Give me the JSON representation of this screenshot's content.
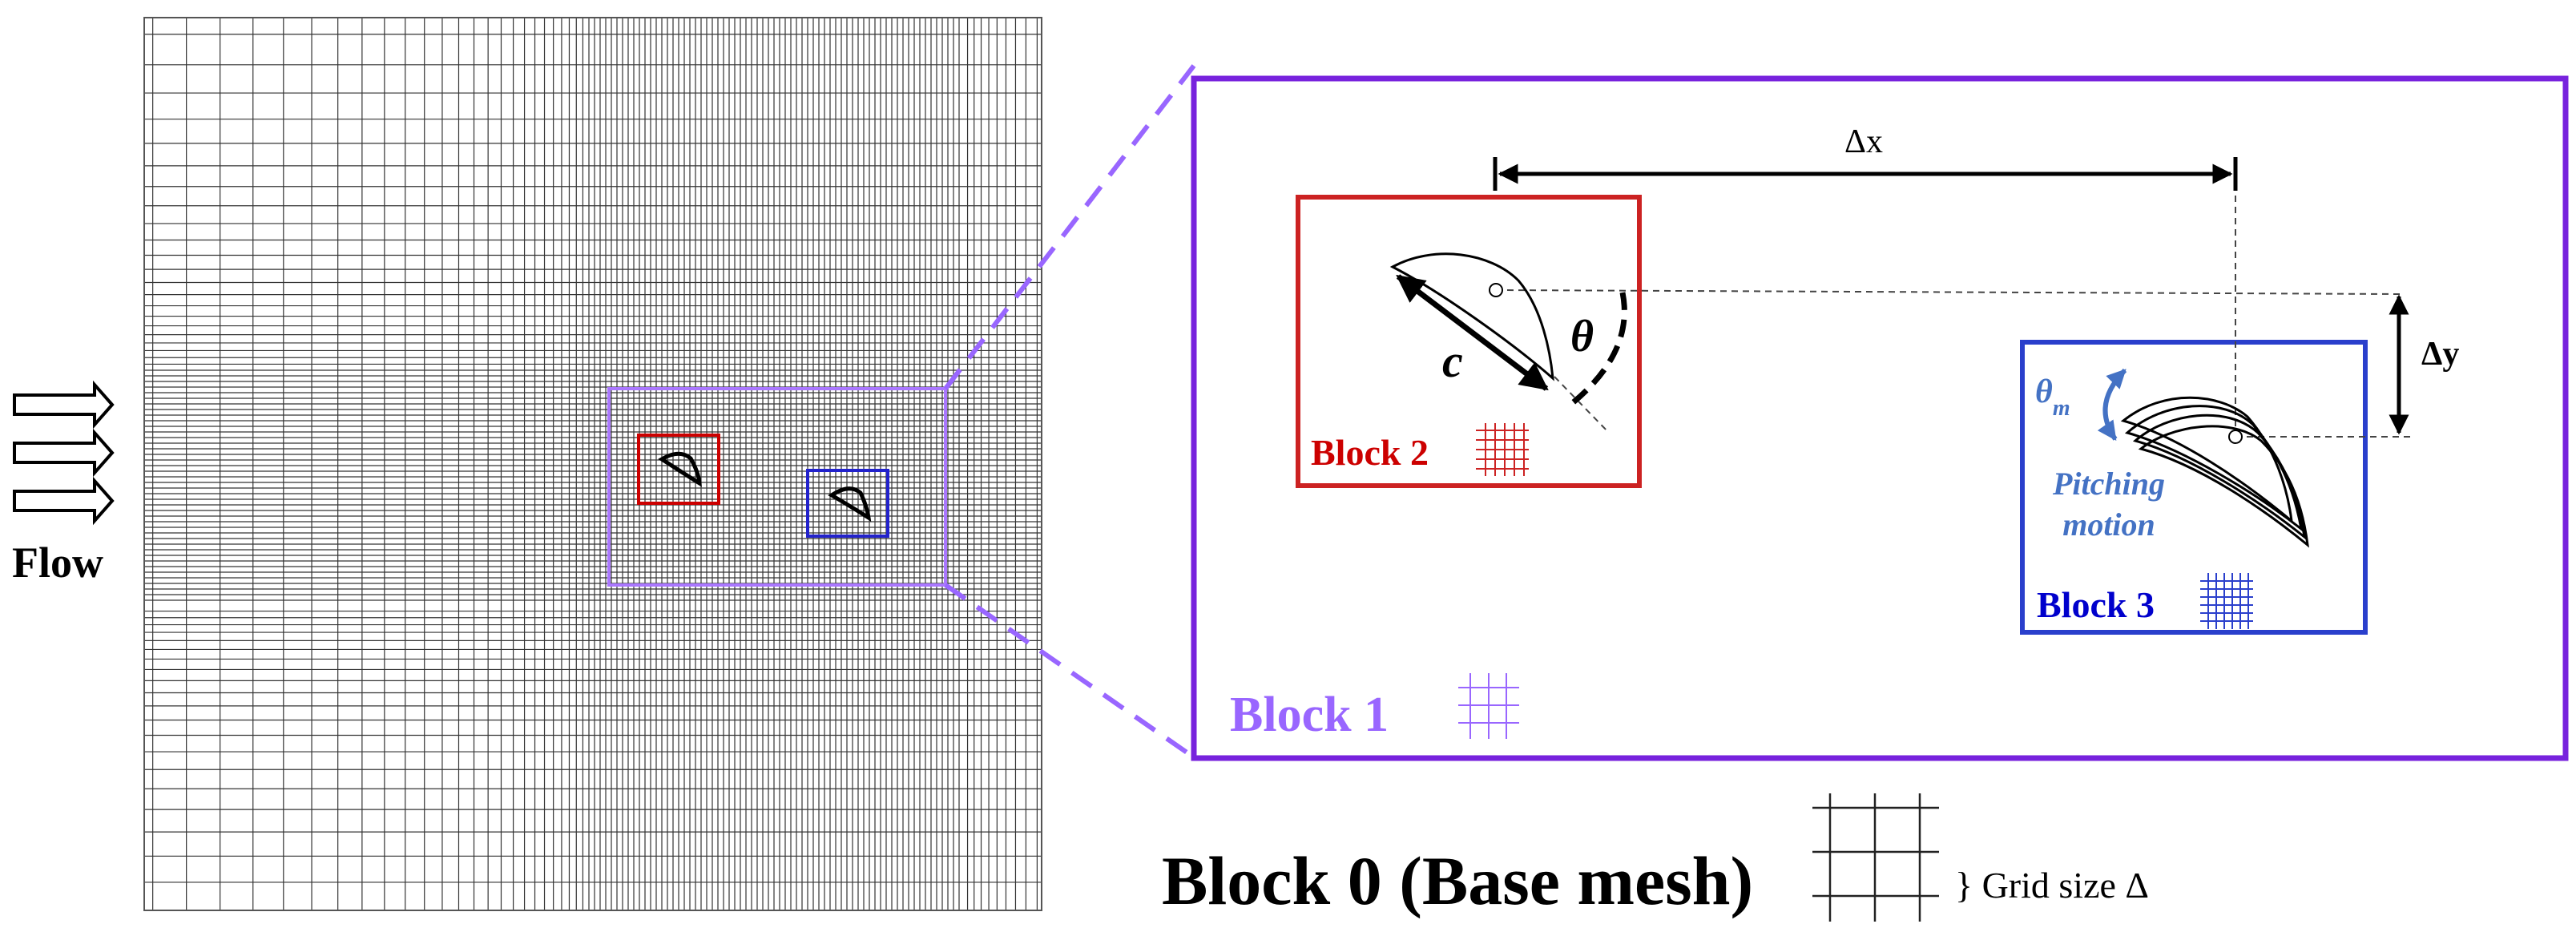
{
  "flow": {
    "label": "Flow"
  },
  "blocks": {
    "block0": {
      "label": "Block 0 (Base mesh)",
      "color": "#000000"
    },
    "block1": {
      "label": "Block 1",
      "color": "#9966ff",
      "frame_color": "#7722dd"
    },
    "block2": {
      "label": "Block 2",
      "color": "#cc0000"
    },
    "block3": {
      "label": "Block 3",
      "color": "#0000cc"
    }
  },
  "annotations": {
    "dx": "Δx",
    "dy": "Δy",
    "chord": "c",
    "theta": "θ",
    "theta_m": "θm",
    "pitching_line1": "Pitching",
    "pitching_line2": "motion",
    "grid_size": "} Grid size Δ"
  },
  "colors": {
    "pitching": "#4472c4",
    "mesh": "#333333"
  }
}
